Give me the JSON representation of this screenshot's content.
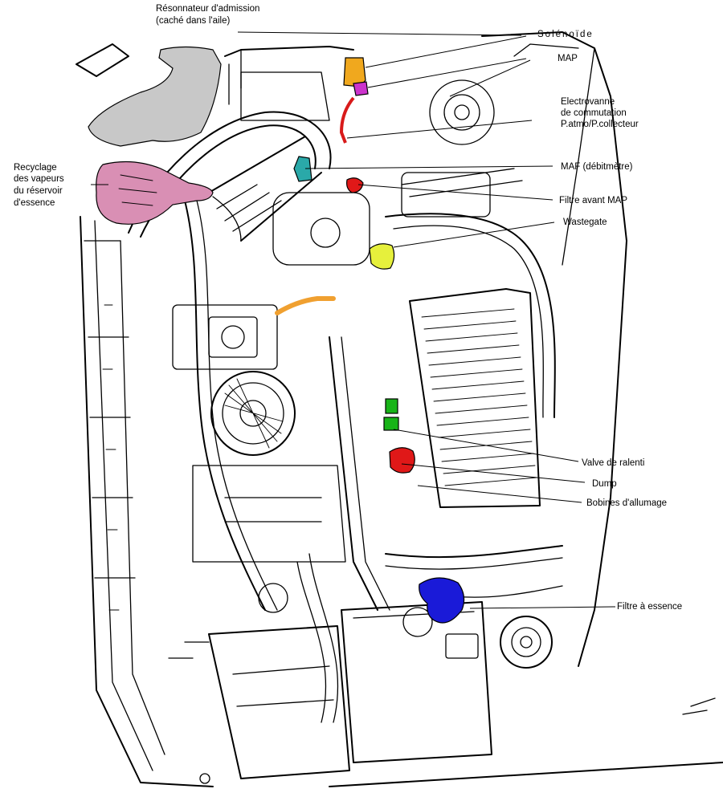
{
  "labels": {
    "resonator_line1": "Résonnateur d'admission",
    "resonator_line2": "(caché dans l'aile)",
    "solenoid": "Solénoïde",
    "map": "MAP",
    "electrovanne_line1": "Electrovanne",
    "electrovanne_line2": "de commutation",
    "electrovanne_line3": "P.atmo/P.collecteur",
    "maf": "MAF (débitmètre)",
    "filtre_map": "Filtre avant MAP",
    "wastegate": "Wastegate",
    "recyclage_line1": "Recyclage",
    "recyclage_line2": "des vapeurs",
    "recyclage_line3": "du réservoir",
    "recyclage_line4": "d'essence",
    "valve_ralenti": "Valve de ralenti",
    "dump": "Dump",
    "bobines": "Bobines d'allumage",
    "filtre_essence": "Filtre à essence"
  },
  "colors": {
    "resonator": "#c8c8c8",
    "recyclage": "#d98fb4",
    "solenoid": "#f0a81e",
    "map": "#cc33cc",
    "electrovanne_hose": "#d81a1a",
    "maf": "#2aa9a9",
    "filtre_map": "#e01818",
    "wastegate": "#e6f03c",
    "orange_pipe": "#f0a030",
    "valve_ralenti": "#18b418",
    "dump": "#e01818",
    "filtre_essence": "#1a1ad8"
  }
}
